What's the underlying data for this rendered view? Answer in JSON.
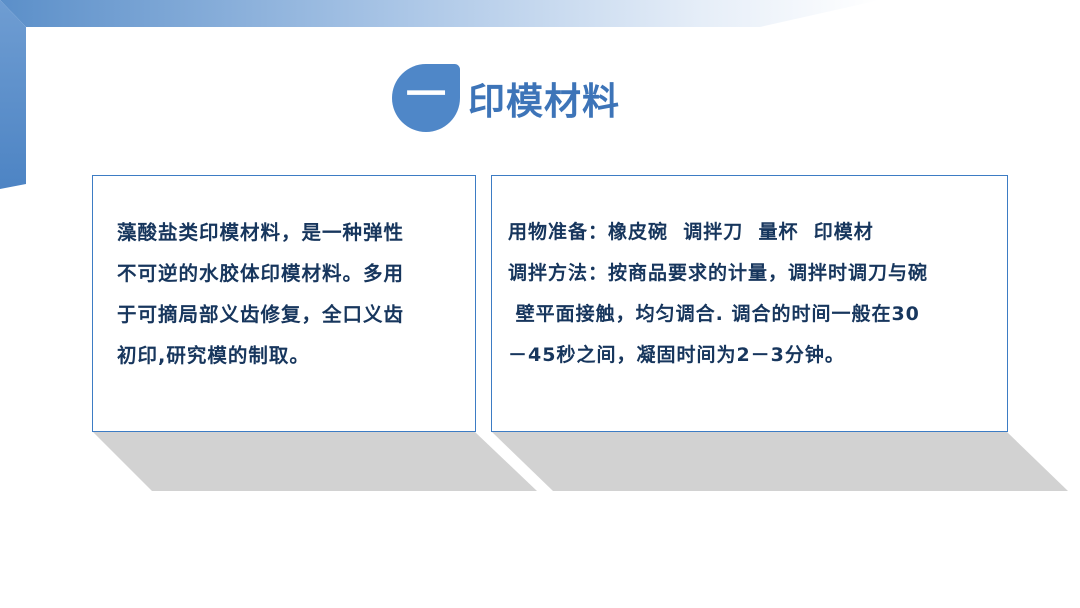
{
  "colors": {
    "accent": "#4f87c8",
    "title": "#3d74b8",
    "card_border": "#3d7cc4",
    "body_text": "#17365d",
    "shadow": "#d2d2d2"
  },
  "title": {
    "number": "一",
    "text": "印模材料"
  },
  "cards": [
    {
      "lines": [
        "藻酸盐类印模材料，是一种弹性",
        "不可逆的水胶体印模材料。多用",
        "于可摘局部义齿修复，全口义齿",
        "初印,研究模的制取。"
      ]
    },
    {
      "lines": [
        "用物准备：橡皮碗  调拌刀  量杯  印模材",
        "调拌方法：按商品要求的计量，调拌时调刀与碗",
        " 壁平面接触，均匀调合. 调合的时间一般在30",
        "－45秒之间，凝固时间为2－3分钟。"
      ]
    }
  ]
}
